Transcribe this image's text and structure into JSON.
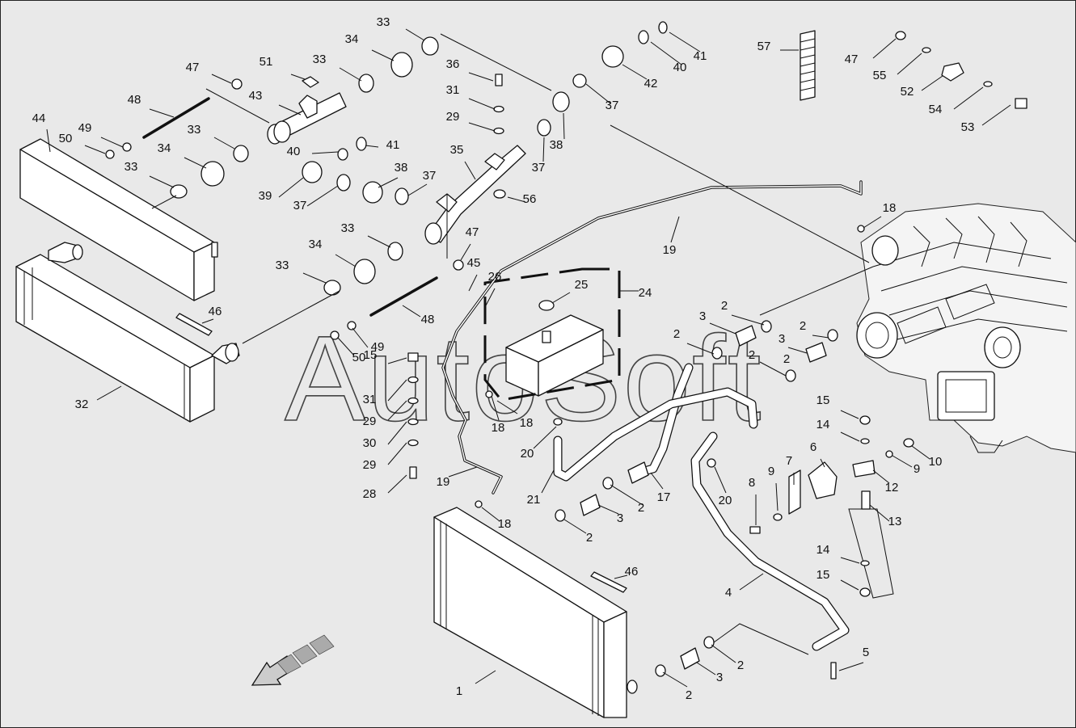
{
  "watermark": "AutoSoft",
  "callouts": [
    {
      "id": "c1",
      "label": "1"
    },
    {
      "id": "c2a",
      "label": "2"
    },
    {
      "id": "c2b",
      "label": "2"
    },
    {
      "id": "c2c",
      "label": "2"
    },
    {
      "id": "c2d",
      "label": "2"
    },
    {
      "id": "c2e",
      "label": "2"
    },
    {
      "id": "c2f",
      "label": "2"
    },
    {
      "id": "c2g",
      "label": "2"
    },
    {
      "id": "c2h",
      "label": "2"
    },
    {
      "id": "c2i",
      "label": "2"
    },
    {
      "id": "c3a",
      "label": "3"
    },
    {
      "id": "c3b",
      "label": "3"
    },
    {
      "id": "c3c",
      "label": "3"
    },
    {
      "id": "c3d",
      "label": "3"
    },
    {
      "id": "c4",
      "label": "4"
    },
    {
      "id": "c5",
      "label": "5"
    },
    {
      "id": "c6",
      "label": "6"
    },
    {
      "id": "c7",
      "label": "7"
    },
    {
      "id": "c8",
      "label": "8"
    },
    {
      "id": "c9a",
      "label": "9"
    },
    {
      "id": "c9b",
      "label": "9"
    },
    {
      "id": "c10",
      "label": "10"
    },
    {
      "id": "c12",
      "label": "12"
    },
    {
      "id": "c13",
      "label": "13"
    },
    {
      "id": "c14a",
      "label": "14"
    },
    {
      "id": "c14b",
      "label": "14"
    },
    {
      "id": "c15a",
      "label": "15"
    },
    {
      "id": "c15b",
      "label": "15"
    },
    {
      "id": "c15c",
      "label": "15"
    },
    {
      "id": "c17",
      "label": "17"
    },
    {
      "id": "c18a",
      "label": "18"
    },
    {
      "id": "c18b",
      "label": "18"
    },
    {
      "id": "c18c",
      "label": "18"
    },
    {
      "id": "c18d",
      "label": "18"
    },
    {
      "id": "c19a",
      "label": "19"
    },
    {
      "id": "c19b",
      "label": "19"
    },
    {
      "id": "c20a",
      "label": "20"
    },
    {
      "id": "c20b",
      "label": "20"
    },
    {
      "id": "c21",
      "label": "21"
    },
    {
      "id": "c24",
      "label": "24"
    },
    {
      "id": "c25",
      "label": "25"
    },
    {
      "id": "c26",
      "label": "26"
    },
    {
      "id": "c28",
      "label": "28"
    },
    {
      "id": "c29a",
      "label": "29"
    },
    {
      "id": "c29b",
      "label": "29"
    },
    {
      "id": "c29c",
      "label": "29"
    },
    {
      "id": "c30",
      "label": "30"
    },
    {
      "id": "c31a",
      "label": "31"
    },
    {
      "id": "c31b",
      "label": "31"
    },
    {
      "id": "c32",
      "label": "32"
    },
    {
      "id": "c33a",
      "label": "33"
    },
    {
      "id": "c33b",
      "label": "33"
    },
    {
      "id": "c33c",
      "label": "33"
    },
    {
      "id": "c33d",
      "label": "33"
    },
    {
      "id": "c33e",
      "label": "33"
    },
    {
      "id": "c33f",
      "label": "33"
    },
    {
      "id": "c34a",
      "label": "34"
    },
    {
      "id": "c34b",
      "label": "34"
    },
    {
      "id": "c34c",
      "label": "34"
    },
    {
      "id": "c35",
      "label": "35"
    },
    {
      "id": "c36",
      "label": "36"
    },
    {
      "id": "c37a",
      "label": "37"
    },
    {
      "id": "c37b",
      "label": "37"
    },
    {
      "id": "c37c",
      "label": "37"
    },
    {
      "id": "c37d",
      "label": "37"
    },
    {
      "id": "c38a",
      "label": "38"
    },
    {
      "id": "c38b",
      "label": "38"
    },
    {
      "id": "c39",
      "label": "39"
    },
    {
      "id": "c40a",
      "label": "40"
    },
    {
      "id": "c40b",
      "label": "40"
    },
    {
      "id": "c41a",
      "label": "41"
    },
    {
      "id": "c41b",
      "label": "41"
    },
    {
      "id": "c42",
      "label": "42"
    },
    {
      "id": "c43",
      "label": "43"
    },
    {
      "id": "c44",
      "label": "44"
    },
    {
      "id": "c45",
      "label": "45"
    },
    {
      "id": "c46a",
      "label": "46"
    },
    {
      "id": "c46b",
      "label": "46"
    },
    {
      "id": "c47a",
      "label": "47"
    },
    {
      "id": "c47b",
      "label": "47"
    },
    {
      "id": "c47c",
      "label": "47"
    },
    {
      "id": "c48a",
      "label": "48"
    },
    {
      "id": "c48b",
      "label": "48"
    },
    {
      "id": "c49a",
      "label": "49"
    },
    {
      "id": "c49b",
      "label": "49"
    },
    {
      "id": "c50a",
      "label": "50"
    },
    {
      "id": "c50b",
      "label": "50"
    },
    {
      "id": "c51",
      "label": "51"
    },
    {
      "id": "c52",
      "label": "52"
    },
    {
      "id": "c53",
      "label": "53"
    },
    {
      "id": "c54",
      "label": "54"
    },
    {
      "id": "c55",
      "label": "55"
    },
    {
      "id": "c56",
      "label": "56"
    },
    {
      "id": "c57",
      "label": "57"
    }
  ]
}
